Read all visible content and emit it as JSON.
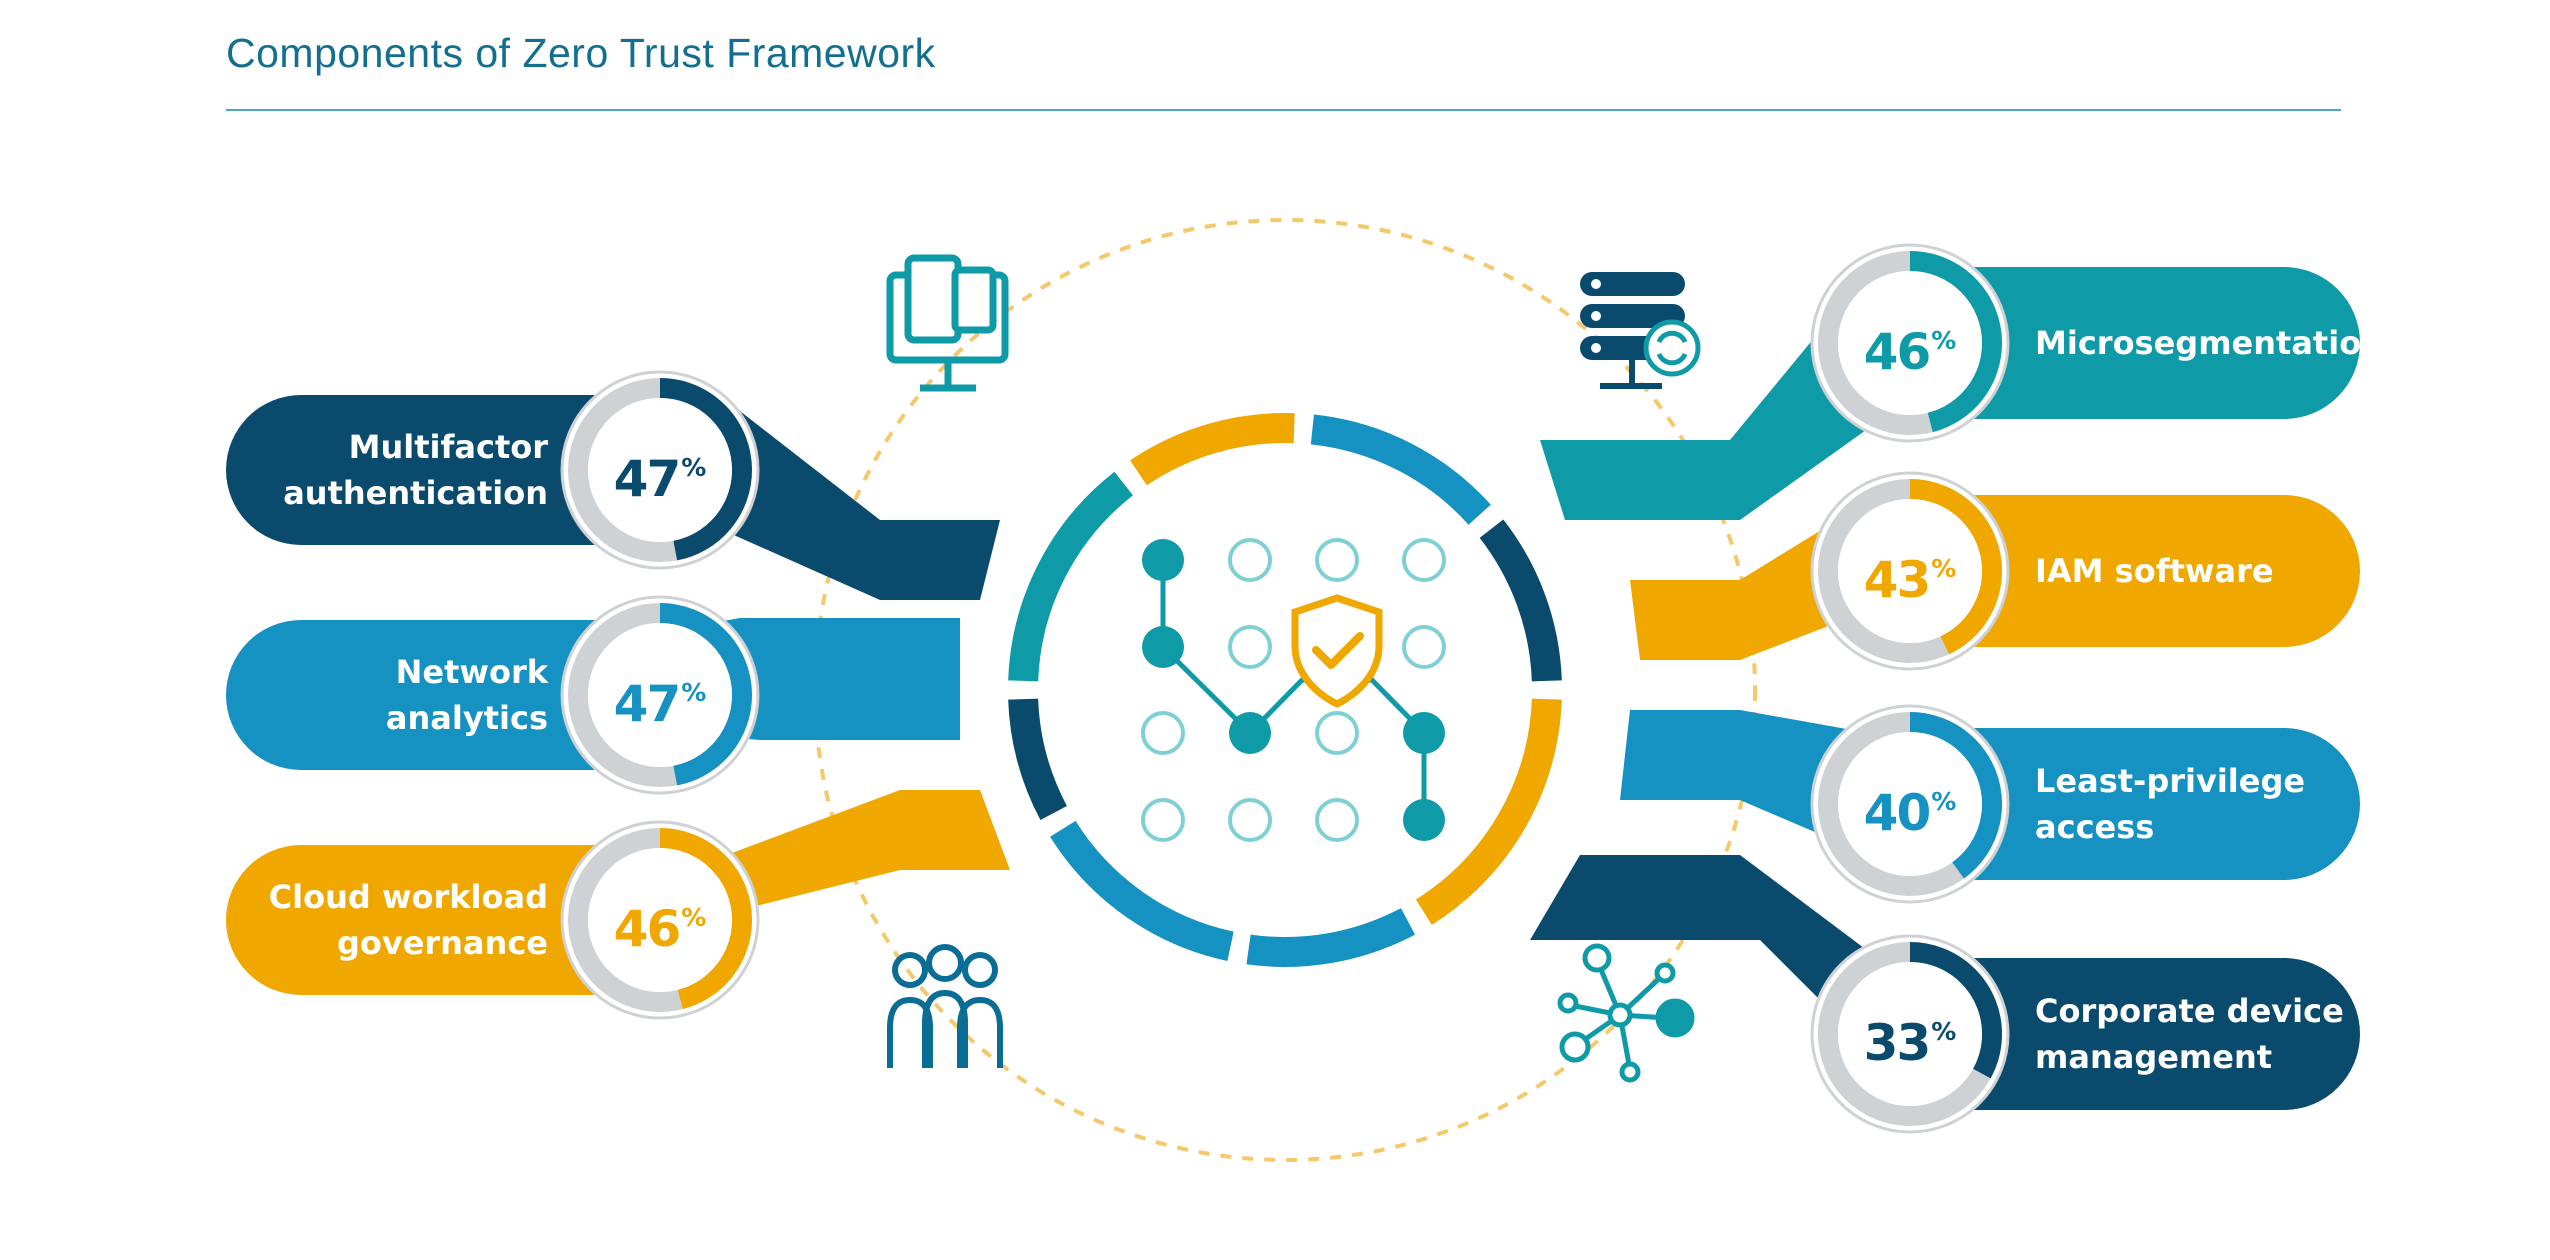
{
  "title": "Components of Zero Trust Framework",
  "colors": {
    "navy": "#0a4a6d",
    "blue": "#1591c2",
    "teal": "#0e9aa6",
    "gold": "#f0a800",
    "grey": "#cfd2d4",
    "dashed": "#f5c96b"
  },
  "icons": {
    "top_left": "devices-icon",
    "top_right": "server-sync-icon",
    "bottom_left": "people-group-icon",
    "bottom_right": "network-nodes-icon",
    "center": "shield-check-icon"
  },
  "components": [
    {
      "lines": [
        "Multifactor",
        "authentication"
      ],
      "value": "47",
      "percent": 47,
      "side": "left",
      "color": "#0a4a6d"
    },
    {
      "lines": [
        "Network",
        "analytics"
      ],
      "value": "47",
      "percent": 47,
      "side": "left",
      "color": "#1591c2"
    },
    {
      "lines": [
        "Cloud workload",
        "governance"
      ],
      "value": "46",
      "percent": 46,
      "side": "left",
      "color": "#f0a800"
    },
    {
      "lines": [
        "Microsegmentation"
      ],
      "value": "46",
      "percent": 46,
      "side": "right",
      "color": "#0e9aa6"
    },
    {
      "lines": [
        "IAM software"
      ],
      "value": "43",
      "percent": 43,
      "side": "right",
      "color": "#f0a800"
    },
    {
      "lines": [
        "Least-privilege",
        "access"
      ],
      "value": "40",
      "percent": 40,
      "side": "right",
      "color": "#1591c2"
    },
    {
      "lines": [
        "Corporate device",
        "management"
      ],
      "value": "33",
      "percent": 33,
      "side": "right",
      "color": "#0a4a6d"
    }
  ],
  "percent_sign": "%"
}
